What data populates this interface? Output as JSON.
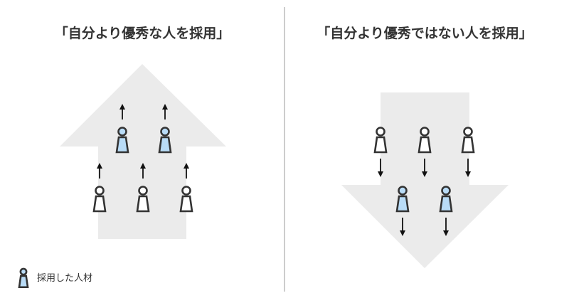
{
  "left_panel": {
    "title": "「自分より優秀な人を採用」",
    "direction": "up"
  },
  "right_panel": {
    "title": "「自分より優秀ではない人を採用」",
    "direction": "down"
  },
  "legend": {
    "label": "採用した人材"
  },
  "colors": {
    "arrow_fill": "#ebebeb",
    "hired_fill": "#b9dcf7",
    "person_stroke": "#333333",
    "divider": "#999999"
  }
}
